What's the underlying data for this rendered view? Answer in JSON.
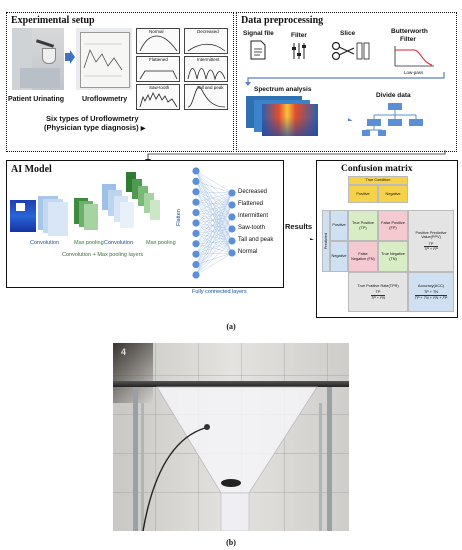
{
  "panel_a": {
    "experimental_setup": {
      "title": "Experimental setup",
      "patient_label": "Patient Urinating",
      "uroflow_label": "Uroflowmetry",
      "types_label_line1": "Six types of Uroflowmetry",
      "types_label_line2": "(Physician type diagnosis)",
      "types_arrow": "▶",
      "curve_types": [
        "Normal",
        "Decreased",
        "Flattened",
        "Intermittent",
        "Saw-tooth",
        "Tall and peak"
      ]
    },
    "data_preprocessing": {
      "title": "Data preprocessing",
      "signal_file": "Signal file",
      "filter": "Filter",
      "slice": "Slice",
      "butterworth_line1": "Butterworth",
      "butterworth_line2": "Filter",
      "low_pass": "Low-pass",
      "spectrum": "Spectrum analysis",
      "divide": "Divide data"
    },
    "ai_model": {
      "title": "AI Model",
      "flatten": "Flatten",
      "conv1": "Convolution",
      "pool1": "Max pooling",
      "conv2": "Convolution",
      "pool2": "Max pooling",
      "conv_pool_layers": "Convolution + Max pooling layers",
      "fc_layers": "Fully connected layers",
      "outputs": [
        "Decreased",
        "Flattened",
        "Intermittent",
        "Saw-tooth",
        "Tall and peak",
        "Normal"
      ]
    },
    "results_label": "Results",
    "confusion_matrix": {
      "title": "Confusion matrix",
      "true_condition": "True Condition",
      "positive": "Positive",
      "negative": "Negative",
      "predicted": "Predicted",
      "tp": "True Positive (TP)",
      "fp": "False Positive (FP)",
      "fn": "False Negative (FN)",
      "tn": "True Negative (TN)",
      "ppv_label": "Positive Predictive Value(PPV)",
      "ppv_num": "TP",
      "ppv_den": "TP + FP",
      "tpr_label": "True Positive Rate(TPR)",
      "tpr_num": "TP",
      "tpr_den": "TP + FN",
      "acc_label": "Accuracy(ACC)",
      "acc_num": "TP + TN",
      "acc_den": "TP + TN + FN + FP"
    },
    "caption": "(a)"
  },
  "panel_b": {
    "caption": "(b)"
  },
  "colors": {
    "yellow": "#f6d24a",
    "green": "#d8ecc6",
    "pink": "#f4c9cf",
    "blue": "#cfe0f2",
    "grey": "#e4e4e4",
    "node_blue": "#5b8fd6",
    "arrow_blue": "#5a7fc8"
  }
}
